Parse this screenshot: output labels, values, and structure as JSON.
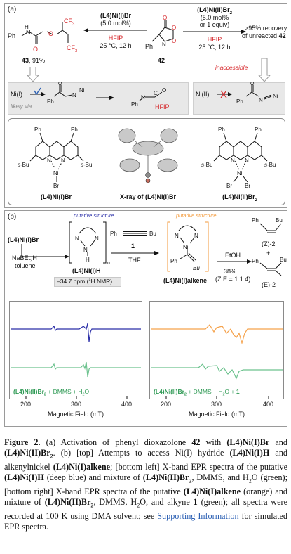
{
  "panel_a": {
    "label": "(a)",
    "catalyst_left": "(L4)Ni(I)Br",
    "loading_left": "(5.0 mol%)",
    "solvent_left": "HFIP",
    "cond_left": "25 °C, 12 h",
    "product_label": "43",
    "product_yield": ", 91%",
    "substrate_label": "42",
    "catalyst_right": "(L4)Ni(II)Br",
    "catalyst_right_sub": "2",
    "loading_right_1": "(5.0 mol%",
    "loading_right_2": "or 1 equiv)",
    "solvent_right": "HFIP",
    "cond_right": "25 °C, 12 h",
    "recovery_1": ">95% recovery",
    "recovery_2": "of unreacted",
    "recovery_num": "42",
    "mech_nii": "Ni(I)",
    "mech_likely": "likely via",
    "mech_hfip": "HFIP",
    "inaccessible": "inaccessible",
    "mech_nii2": "Ni(II)",
    "struct_left": "(L4)Ni(I)Br",
    "struct_mid": "X-ray of (L4)Ni(I)Br",
    "struct_right": "(L4)Ni(II)Br",
    "struct_right_sub": "2"
  },
  "panel_b": {
    "label": "(b)",
    "putative_1": "putative structure",
    "putative_2": "putative structure",
    "start": "(L4)Ni(I)Br",
    "reagent": "NaBEt",
    "reagent_sub": "3",
    "reagent_tail": "H",
    "solvent": "toluene",
    "hydride": "(L4)Ni(I)H",
    "nmr": "–34.7 ppm (",
    "nmr_sup": "1",
    "nmr_tail": "H NMR)",
    "alkyne_num": "1",
    "alkyne_solvent": "THF",
    "alkene": "(L4)Ni(I)alkene",
    "etoh": "EtOH",
    "yield": "38%",
    "ratio": "(Z:E = 1:1.4)",
    "z_prod": "(Z)-2",
    "e_prod": "(E)-2",
    "bu": "Bu",
    "ph": "Ph"
  },
  "epr_left": {
    "legend": "(L4)Ni(II)Br",
    "legend_sub": "2",
    "legend_tail": " + DMMS + H",
    "legend_h2o_sub": "2",
    "legend_end": "O",
    "xlabel": "Magnetic Field (mT)",
    "ticks": [
      "200",
      "300",
      "400"
    ]
  },
  "epr_right": {
    "legend": "(L4)Ni(II)Br",
    "legend_sub": "2",
    "legend_tail": " + DMMS + H",
    "legend_h2o_sub": "2",
    "legend_end": "O + ",
    "legend_num": "1",
    "xlabel": "Magnetic Field (mT)",
    "ticks": [
      "200",
      "300",
      "400"
    ]
  },
  "colors": {
    "blue_trace": "#2b2fa8",
    "green_trace": "#6cc28e",
    "orange_trace": "#f5a24b",
    "red": "#d6262a",
    "link": "#2b5fb3"
  },
  "caption": {
    "fig": "Figure 2.",
    "text_1": " (a) Activation of phenyl dioxazolone ",
    "n42": "42",
    "text_2": " with ",
    "c1": "(L4)Ni(I)Br",
    "text_3": " and ",
    "c2": "(L4)Ni(II)Br",
    "c2_sub": "2",
    "text_4": ". (b) [top] Attempts to access Ni(I) hydride ",
    "c3": "(L4)Ni(I)H",
    "text_5": " and alkenylnickel ",
    "c4": "(L4)Ni(I)alkene",
    "text_6": "; [bottom left] X-band EPR spectra of the putative ",
    "c5": "(L4)Ni(I)H",
    "text_7": " (deep blue) and mixture of ",
    "c6": "(L4)Ni(II)Br",
    "c6_sub": "2",
    "text_8": ", DMMS, and H",
    "h2o_sub": "2",
    "text_9": "O (green); [bottom right] X-band EPR spectra of the putative ",
    "c7": "(L4)Ni(I)alkene",
    "text_10": " (orange) and mixture of ",
    "c8": "(L4)Ni(II)Br",
    "c8_sub": "2",
    "text_11": ", DMMS, H",
    "h2o_sub2": "2",
    "text_12": "O, and alkyne ",
    "n1": "1",
    "text_13": " (green); all spectra were recorded at 100 K using DMA solvent; see ",
    "link": "Supporting Information",
    "text_14": " for simulated EPR spectra."
  }
}
